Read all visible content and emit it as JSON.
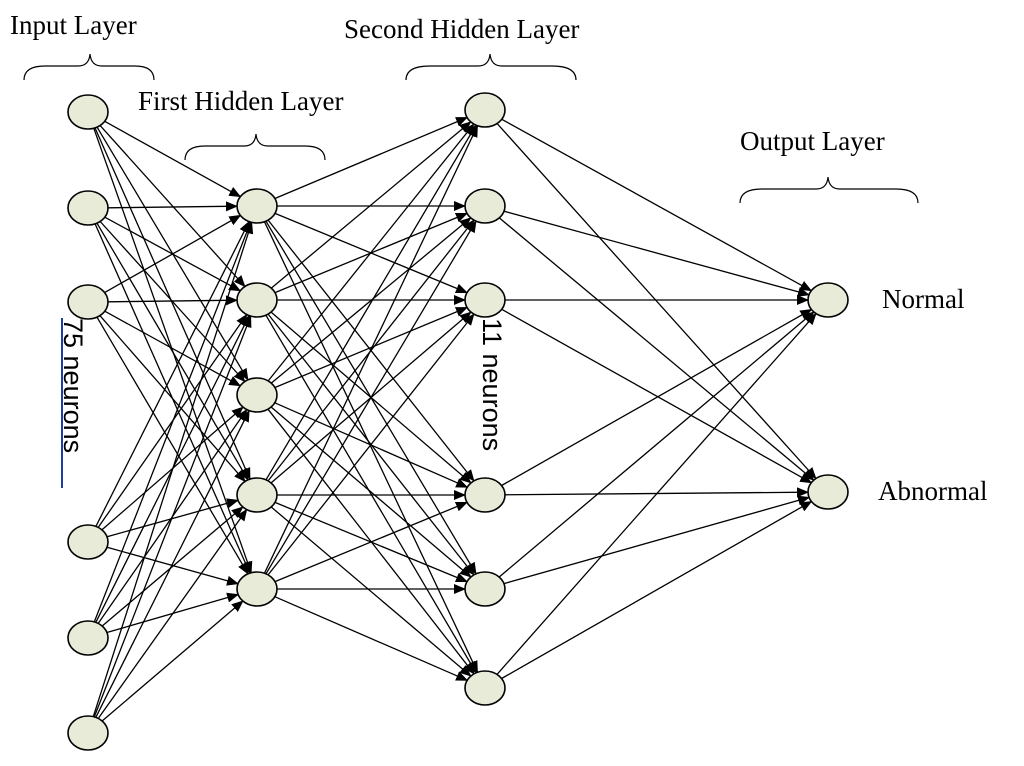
{
  "labels": {
    "input_layer": "Input Layer",
    "first_hidden_layer": "First Hidden Layer",
    "second_hidden_layer": "Second Hidden Layer",
    "output_layer": "Output Layer",
    "input_neurons": "75 neurons",
    "second_hidden_neurons": "11 neurons"
  },
  "outputs": [
    "Normal",
    "Abnormal"
  ],
  "colors": {
    "node_fill": "#e8ebd8",
    "stroke": "#000000",
    "underline": "#1f3fa0"
  }
}
